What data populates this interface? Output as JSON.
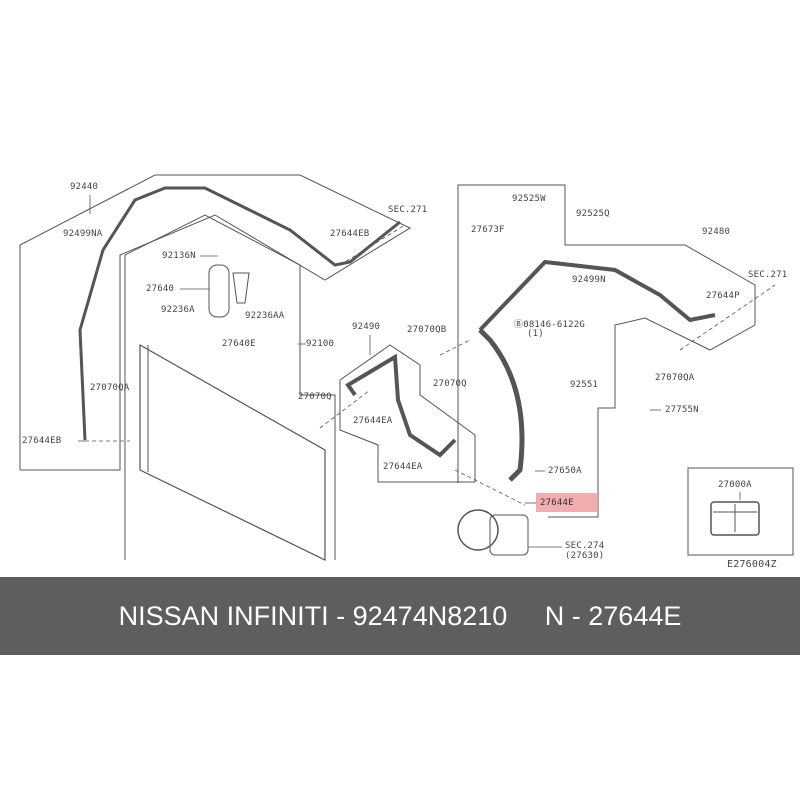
{
  "banner": {
    "text": "NISSAN INFINITI - 92474N8210     N - 27644E"
  },
  "highlight_color": "#f0a0a0",
  "callouts": {
    "c92440": "92440",
    "c92499NA": "92499NA",
    "sec271a": "SEC.271",
    "c27644EB_top": "27644EB",
    "c92136N": "92136N",
    "c27640": "27640",
    "c92236A": "92236A",
    "c92236AA": "92236AA",
    "c27640E": "27640E",
    "c92100": "92100",
    "c92490": "92490",
    "c27070QB": "27070QB",
    "c27070QA_left": "27070QA",
    "c27070Q_left": "27070Q",
    "c27070Q_mid": "27070Q",
    "c27644EB_left": "27644EB",
    "c27644EA_a": "27644EA",
    "c27644EA_b": "27644EA",
    "c92525W": "92525W",
    "c92525Q": "92525Q",
    "c27673F": "27673F",
    "c92480": "92480",
    "c92499N": "92499N",
    "sec271b": "SEC.271",
    "c27644P": "27644P",
    "c08146": "Ⓑ08146-6122G",
    "c08146_qty": "(1)",
    "c27070QA_right": "27070QA",
    "c92551": "92551",
    "c27755N": "27755N",
    "c27650A": "27650A",
    "c27644E": "27644E",
    "sec274": "SEC.274",
    "c27630": "(27630)",
    "c27000A": "27000A",
    "diagram_id": "E276004Z"
  }
}
